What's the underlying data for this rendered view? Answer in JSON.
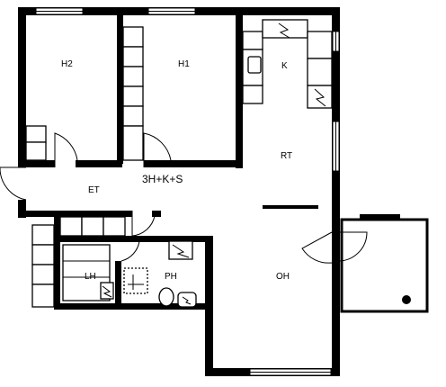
{
  "plan": {
    "type_label": "3H+K+S",
    "rooms": {
      "h2": "H2",
      "h1": "H1",
      "k": "K",
      "rt": "RT",
      "et": "ET",
      "lh": "LH",
      "ph": "PH",
      "oh": "OH"
    }
  },
  "colors": {
    "ink": "#000000",
    "paper": "#ffffff"
  }
}
